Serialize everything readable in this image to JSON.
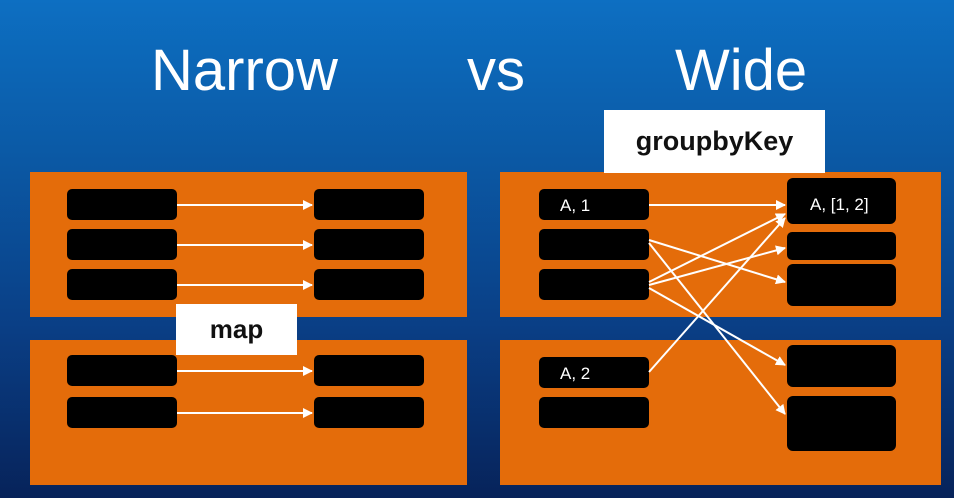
{
  "slide": {
    "title_left": "Narrow",
    "title_middle": "vs",
    "title_right": "Wide"
  },
  "narrow": {
    "operation_label": "map"
  },
  "wide": {
    "operation_label": "groupbyKey",
    "source_record_1": "A, 1",
    "source_record_2": "A, 2",
    "target_record_1": "A, [1, 2]"
  },
  "colors": {
    "partition": "#e46c0a",
    "record": "#000000",
    "arrow": "#ffffff",
    "label_bg": "#ffffff"
  }
}
